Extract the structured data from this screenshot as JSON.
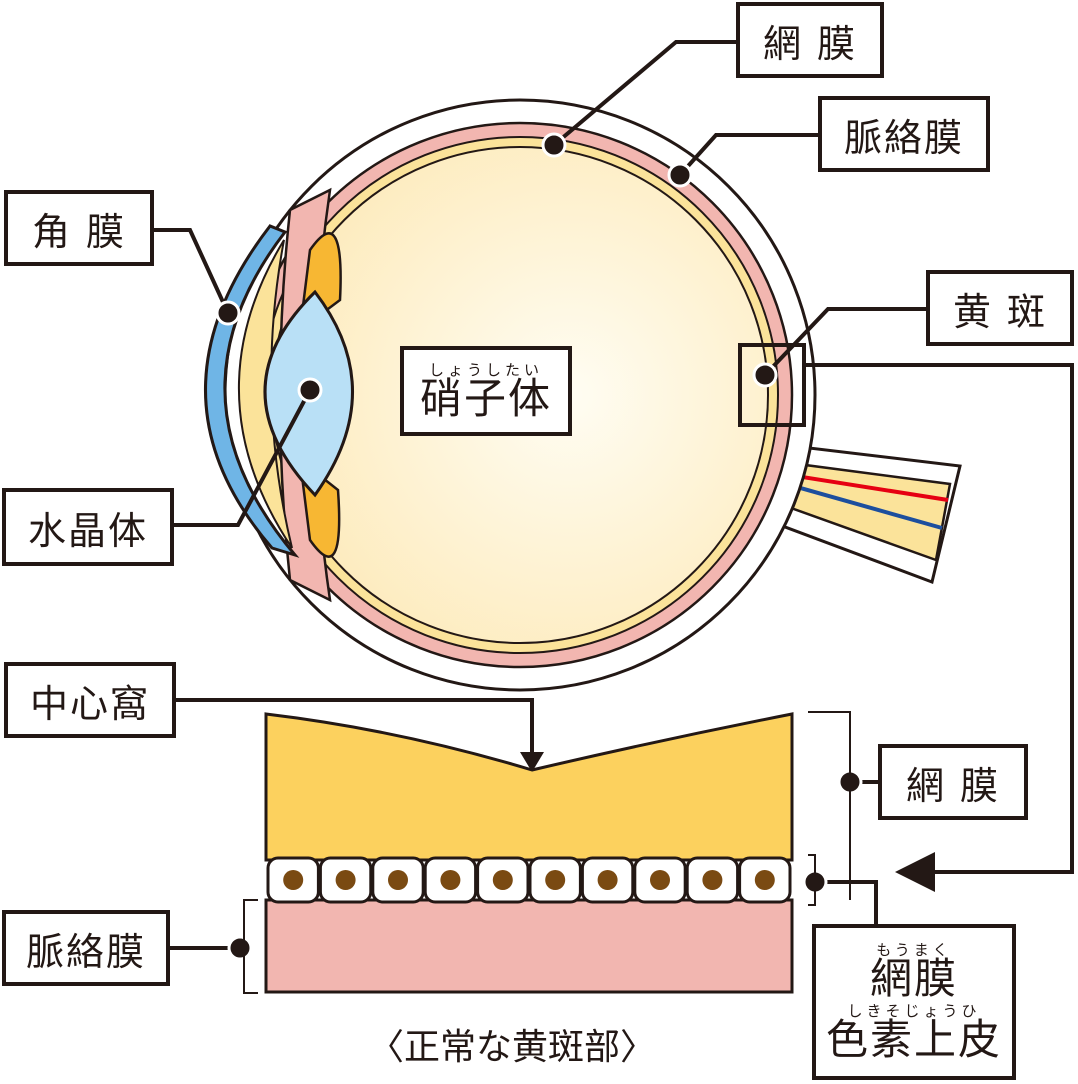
{
  "labels": {
    "moumaku_top": "網 膜",
    "myakurakumaku_top": "脈絡膜",
    "kakumaku": "角 膜",
    "ouhan": "黄 斑",
    "shoushitai": {
      "ruby": "しょうしたい",
      "text": "硝子体"
    },
    "suishoutai": "水晶体",
    "chuushinka": "中心窩",
    "moumaku_bottom": "網 膜",
    "myakurakumaku_bottom": "脈絡膜",
    "moumaku_shikiso": {
      "ruby1": "もうまく",
      "text1": "網膜",
      "ruby2": "しきそじょうひ",
      "text2": "色素上皮"
    }
  },
  "caption": "〈正常な黄斑部〉",
  "colors": {
    "outline": "#231815",
    "cornea": "#6fb5e6",
    "lens": "#b9e0f6",
    "vitreous": "#fdf1c6",
    "retina_yellow": "#fbe39a",
    "choroid_pink": "#f2b6b0",
    "ciliary_orange": "#f7b733",
    "macula_retina": "#fcd15e",
    "pigment_dot": "#7a4a12",
    "vessel_red": "#e60012",
    "vessel_blue": "#1d4f9e"
  }
}
